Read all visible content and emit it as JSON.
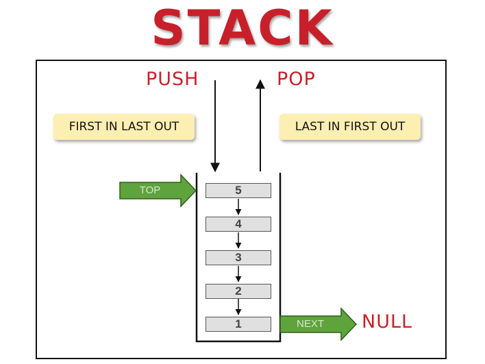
{
  "title": "STACK",
  "labels": {
    "push": "PUSH",
    "pop": "POP",
    "null": "NULL",
    "top": "TOP",
    "next": "NEXT"
  },
  "notes": {
    "left": "FIRST IN LAST OUT",
    "right": "LAST IN FIRST OUT"
  },
  "stack_items": [
    "5",
    "4",
    "3",
    "2",
    "1"
  ],
  "colors": {
    "title": "#c8202a",
    "label_red": "#c8202a",
    "arrow_green": "#5fa33c",
    "note_bg": "#fdefb2",
    "cell_bg": "#e0e0e0"
  }
}
